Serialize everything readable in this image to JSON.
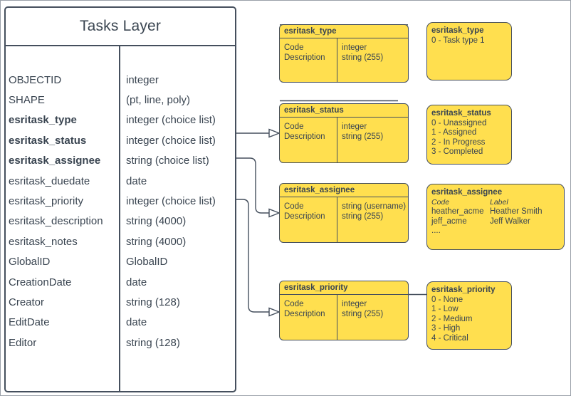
{
  "colors": {
    "box_fill": "#ffdf4f",
    "stroke": "#454f5d",
    "text": "#3a4551",
    "canvas_border": "#99a0a8",
    "background": "#ffffff"
  },
  "tasks_layer": {
    "title": "Tasks Layer",
    "rows": [
      {
        "name": "OBJECTID",
        "type": "integer",
        "bold": false
      },
      {
        "name": "SHAPE",
        "type": "(pt, line, poly)",
        "bold": false
      },
      {
        "name": "esritask_type",
        "type": "integer (choice list)",
        "bold": true
      },
      {
        "name": "esritask_status",
        "type": "integer (choice list)",
        "bold": true
      },
      {
        "name": "esritask_assignee",
        "type": "string (choice list)",
        "bold": true
      },
      {
        "name": "esritask_duedate",
        "type": "date",
        "bold": false
      },
      {
        "name": "esritask_priority",
        "type": "integer (choice list)",
        "bold": false
      },
      {
        "name": "esritask_description",
        "type": "string (4000)",
        "bold": false
      },
      {
        "name": "esritask_notes",
        "type": "string (4000)",
        "bold": false
      },
      {
        "name": "GlobalID",
        "type": "GlobalID",
        "bold": false
      },
      {
        "name": "CreationDate",
        "type": "date",
        "bold": false
      },
      {
        "name": "Creator",
        "type": "string (128)",
        "bold": false
      },
      {
        "name": "EditDate",
        "type": "date",
        "bold": false
      },
      {
        "name": "Editor",
        "type": "string (128)",
        "bold": false
      }
    ]
  },
  "schema_boxes": {
    "type": {
      "title": "esritask_type",
      "code_label": "Code",
      "desc_label": "Description",
      "code_type": "integer",
      "desc_type": "string (255)"
    },
    "status": {
      "title": "esritask_status",
      "code_label": "Code",
      "desc_label": "Description",
      "code_type": "integer",
      "desc_type": "string (255)"
    },
    "assignee": {
      "title": "esritask_assignee",
      "code_label": "Code",
      "desc_label": "Description",
      "code_type": "string (username)",
      "desc_type": "string (255)"
    },
    "priority": {
      "title": "esritask_priority",
      "code_label": "Code",
      "desc_label": "Description",
      "code_type": "integer",
      "desc_type": "string (255)"
    }
  },
  "value_boxes": {
    "type": {
      "title": "esritask_type",
      "items": [
        "0 - Task type 1"
      ]
    },
    "status": {
      "title": "esritask_status",
      "items": [
        "0 - Unassigned",
        "1 - Assigned",
        "2 - In Progress",
        "3 - Completed"
      ]
    },
    "assignee": {
      "title": "esritask_assignee",
      "col_code": "Code",
      "col_label": "Label",
      "rows": [
        [
          "heather_acme",
          "Heather Smith"
        ],
        [
          "jeff_acme",
          "Jeff Walker"
        ]
      ],
      "more": "...."
    },
    "priority": {
      "title": "esritask_priority",
      "items": [
        "0 - None",
        "1 - Low",
        "2 - Medium",
        "3 - High",
        "4 - Critical"
      ]
    }
  }
}
